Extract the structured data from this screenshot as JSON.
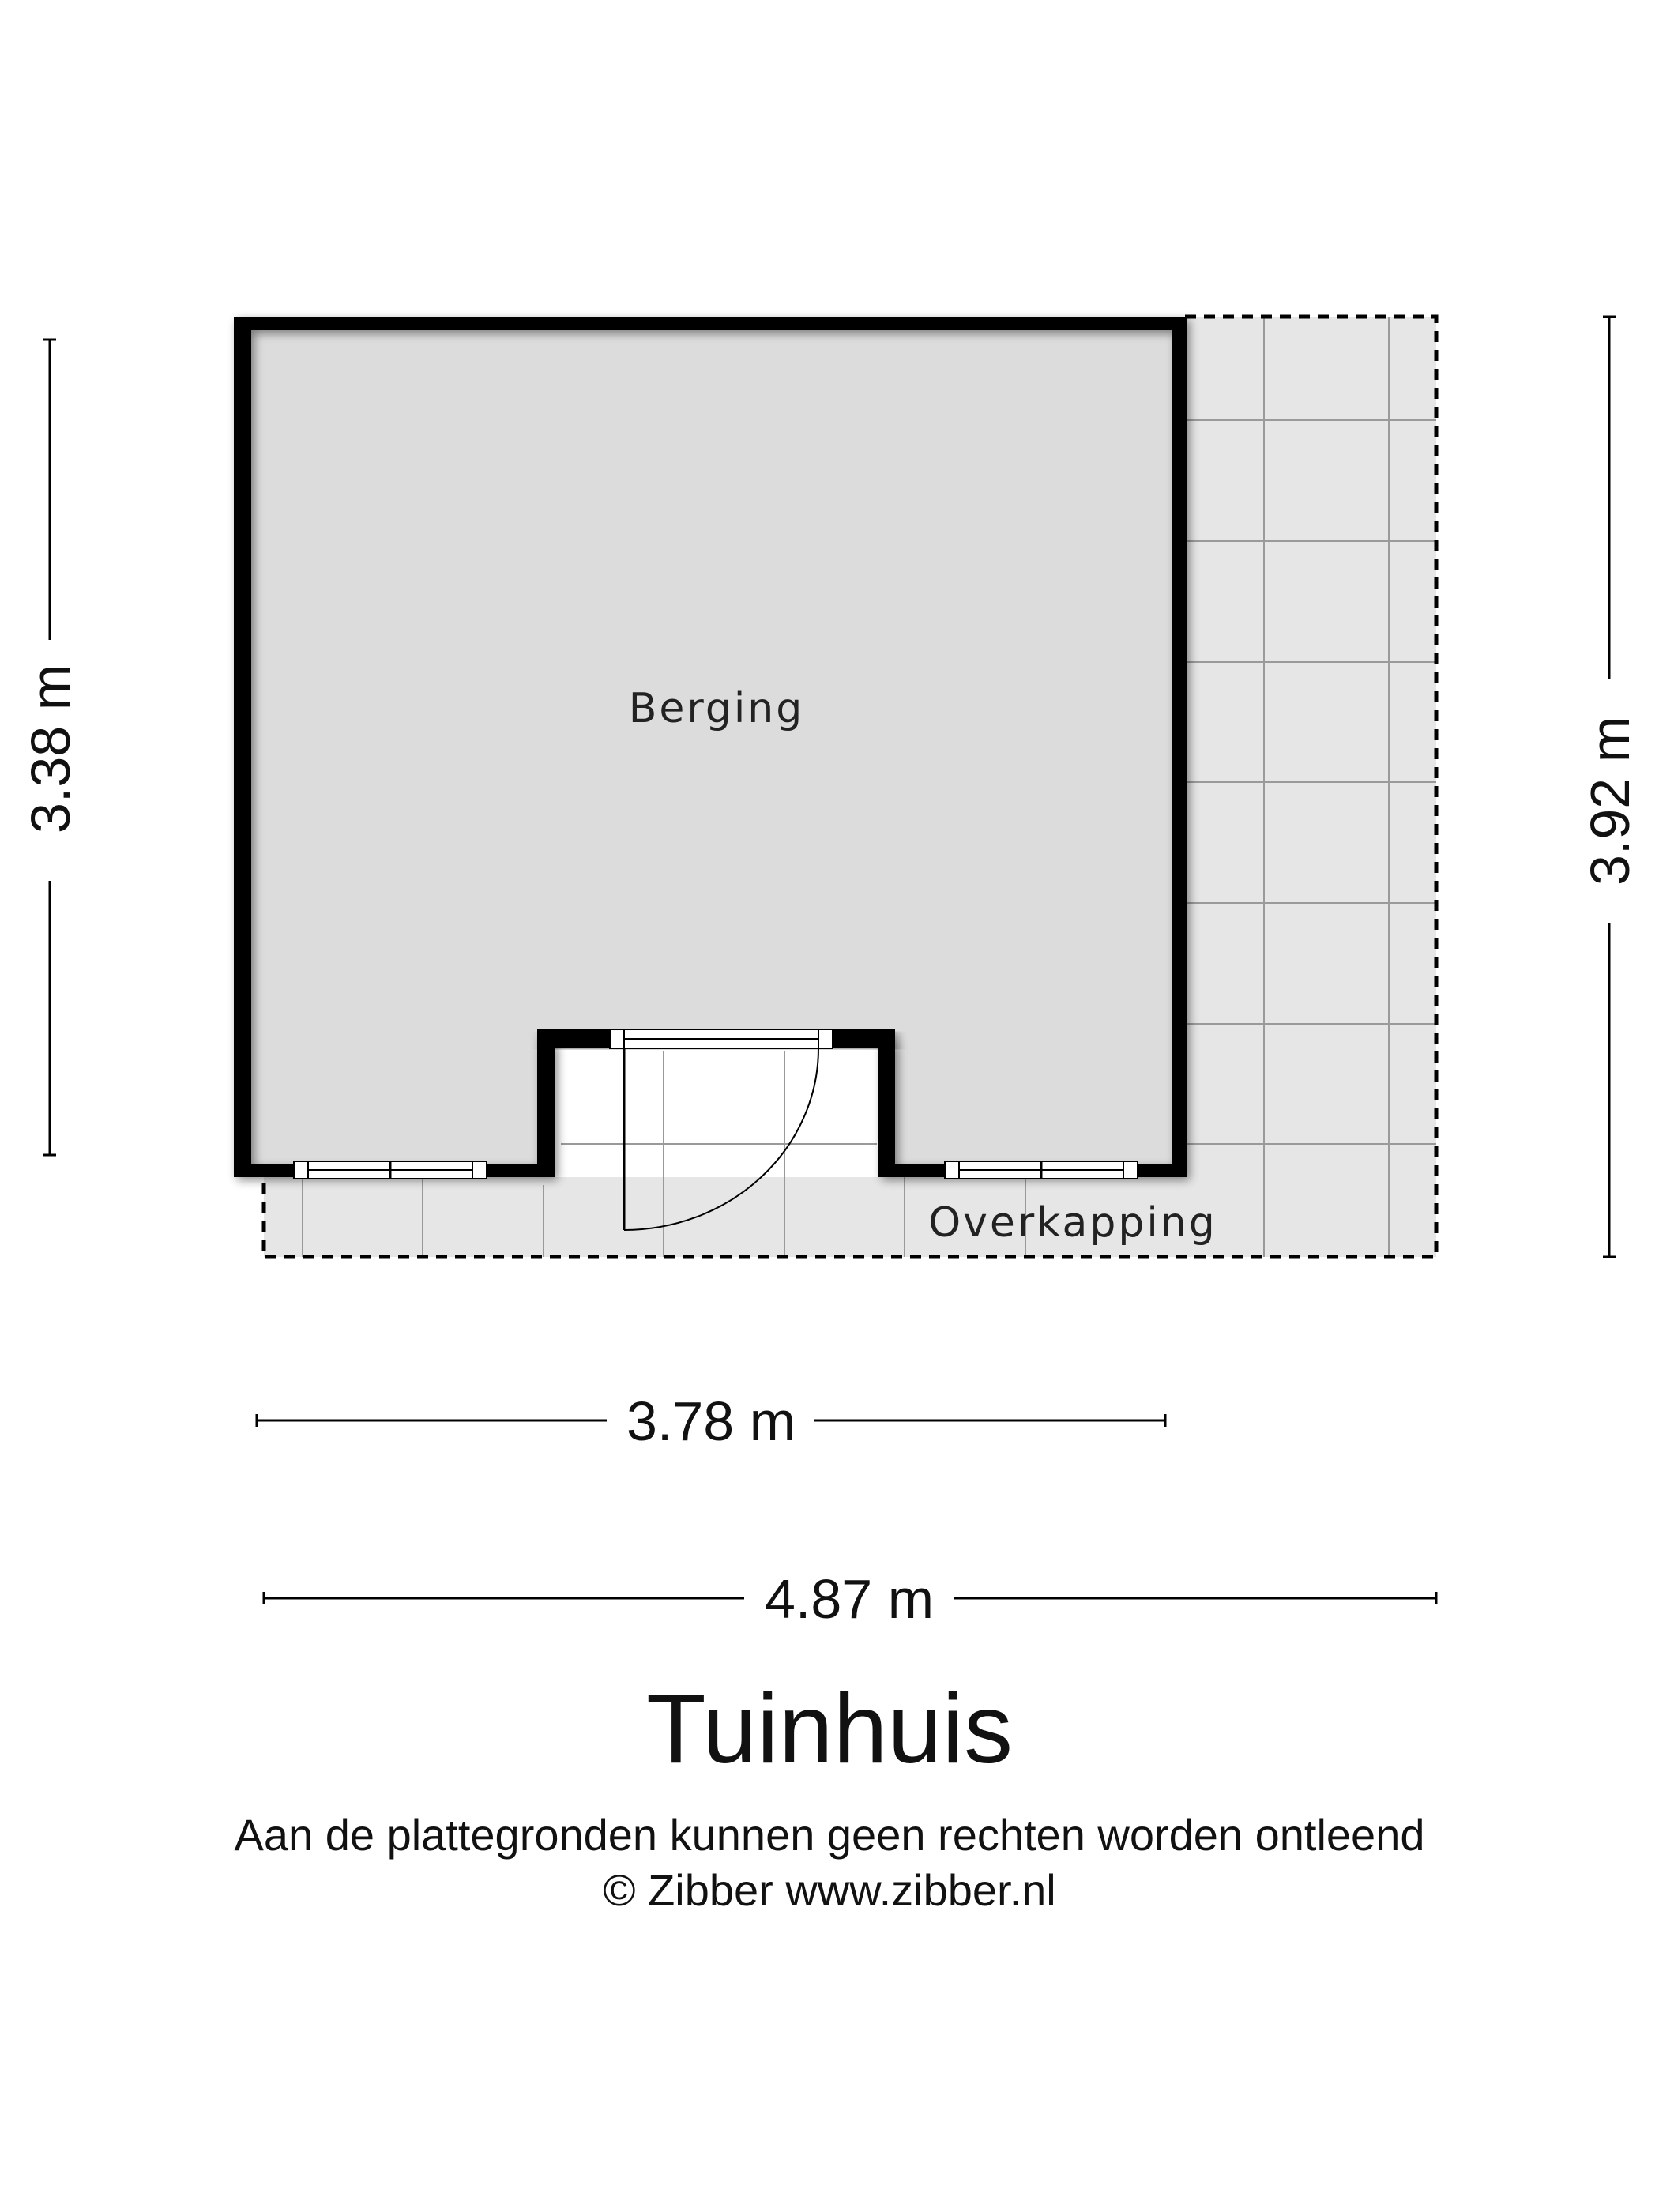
{
  "rooms": {
    "main": "Berging",
    "covered_area": "Overkapping"
  },
  "dimensions": {
    "left_height": "3.38 m",
    "right_height": "3.92 m",
    "inner_width": "3.78 m",
    "outer_width": "4.87 m"
  },
  "title": "Tuinhuis",
  "disclaimer": "Aan de plattegronden kunnen geen rechten worden ontleend",
  "copyright": "© Zibber www.zibber.nl",
  "colors": {
    "wall": "#000000",
    "room_fill": "#dcdcdc",
    "covered_fill": "#e6e6e6",
    "grid_line": "#9a9a9a"
  }
}
